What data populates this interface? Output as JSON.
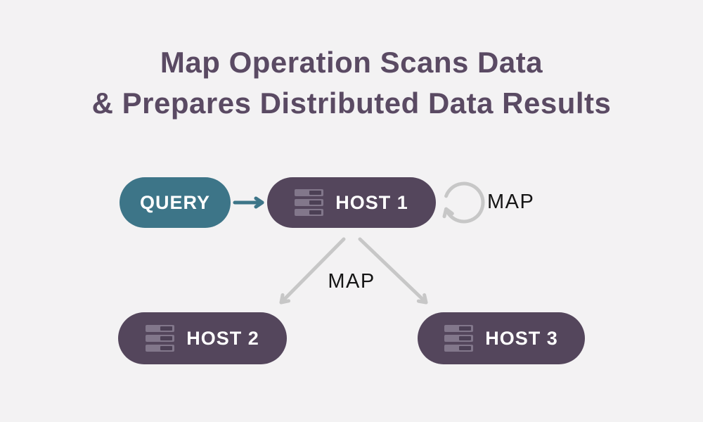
{
  "title": {
    "line1": "Map Operation Scans Data",
    "line2": "& Prepares Distributed Data Results"
  },
  "nodes": {
    "query": {
      "label": "QUERY"
    },
    "host1": {
      "label": "HOST 1"
    },
    "host2": {
      "label": "HOST 2"
    },
    "host3": {
      "label": "HOST 3"
    }
  },
  "labels": {
    "map_loop": "MAP",
    "map_fanout": "MAP"
  },
  "icons": {
    "server": "server-icon",
    "loop": "loop-arrow-icon"
  },
  "colors": {
    "background": "#f3f2f3",
    "title_text": "#5a4a63",
    "query_pill": "#3d7588",
    "host_pill": "#54465c",
    "pill_text": "#ffffff",
    "server_bar": "#82778b",
    "server_slot": "#4c4055",
    "arrow_teal": "#3d7588",
    "arrow_gray": "#c7c7c7",
    "map_text": "#151515"
  }
}
